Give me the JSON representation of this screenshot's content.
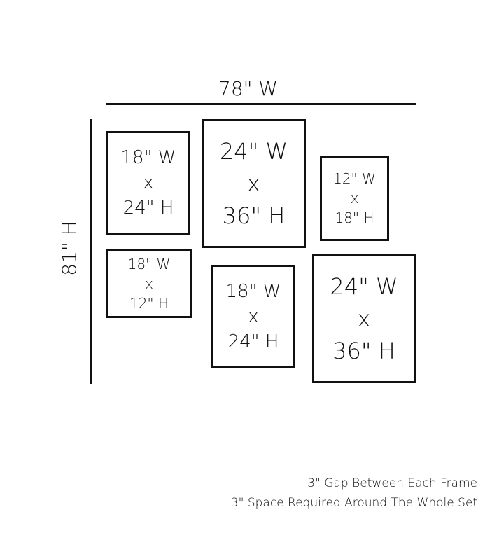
{
  "total_width": "78\" W",
  "total_height": "81\" H",
  "frames": [
    {
      "w": "18\" W",
      "x": "x",
      "h": "24\" H"
    },
    {
      "w": "24\" W",
      "x": "x",
      "h": "36\" H"
    },
    {
      "w": "12\" W",
      "x": "x",
      "h": "18\" H"
    },
    {
      "w": "18\" W",
      "x": "x",
      "h": "12\" H"
    },
    {
      "w": "18\" W",
      "x": "x",
      "h": "24\" H"
    },
    {
      "w": "24\" W",
      "x": "x",
      "h": "36\" H"
    }
  ],
  "notes": [
    "3\" Gap Between Each Frame",
    "3\" Space Required Around The Whole Set"
  ]
}
